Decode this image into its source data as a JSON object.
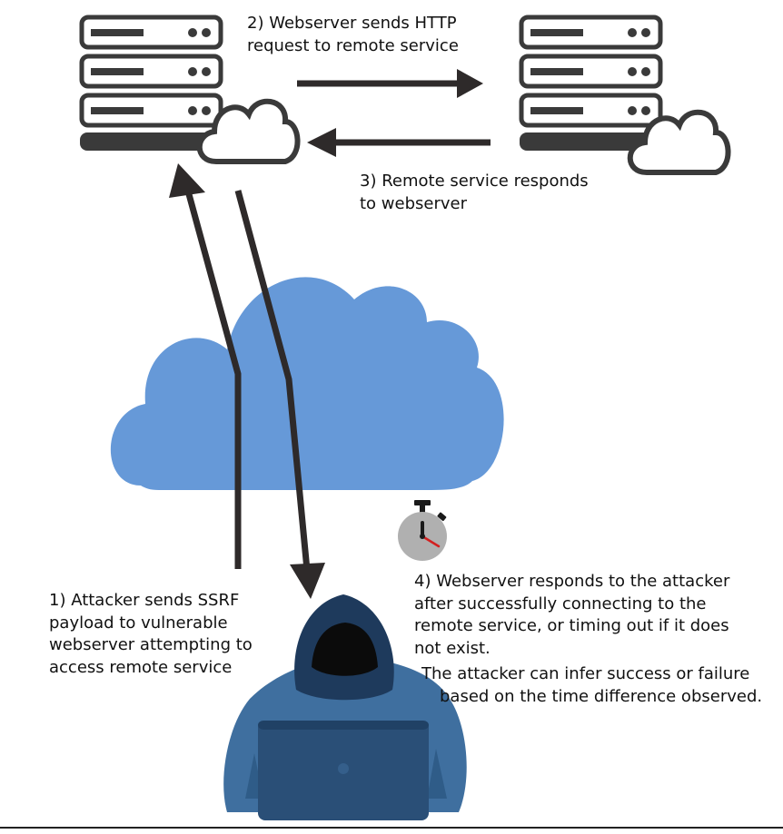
{
  "diagram": {
    "nodes": {
      "webserver": {
        "icon": "server-cloud-icon"
      },
      "remote_service": {
        "icon": "server-cloud-icon"
      },
      "internet": {
        "icon": "cloud-icon"
      },
      "timer": {
        "icon": "stopwatch-icon"
      },
      "attacker": {
        "icon": "hooded-hacker-icon"
      }
    },
    "steps": {
      "step1": [
        "1) Attacker sends SSRF",
        "payload to vulnerable",
        "webserver attempting to",
        "access remote service"
      ],
      "step2": [
        "2) Webserver sends HTTP",
        "request to remote service"
      ],
      "step3": [
        "3) Remote service responds",
        "to webserver"
      ],
      "step4": [
        "4) Webserver responds to the attacker",
        "after successfully connecting to the",
        "remote service, or timing out if it does",
        "not exist."
      ],
      "inference": [
        "The attacker can infer success or failure",
        "based on the time difference observed."
      ]
    },
    "edges": [
      {
        "from": "attacker",
        "to": "webserver",
        "label_ref": "step1"
      },
      {
        "from": "webserver",
        "to": "remote_service",
        "label_ref": "step2"
      },
      {
        "from": "remote_service",
        "to": "webserver",
        "label_ref": "step3"
      },
      {
        "from": "webserver",
        "to": "attacker",
        "label_ref": "step4"
      }
    ]
  },
  "colors": {
    "ink": "#2e2a2a",
    "server_gray": "#3a3a3a",
    "cloud_blue": "#6699d8",
    "hoodie_blue": "#3f6f9f",
    "hood_dark": "#1e3a5c",
    "laptop": "#2a4f77",
    "stopwatch_face": "#b0b0b0",
    "stopwatch_hand": "#d32020"
  }
}
